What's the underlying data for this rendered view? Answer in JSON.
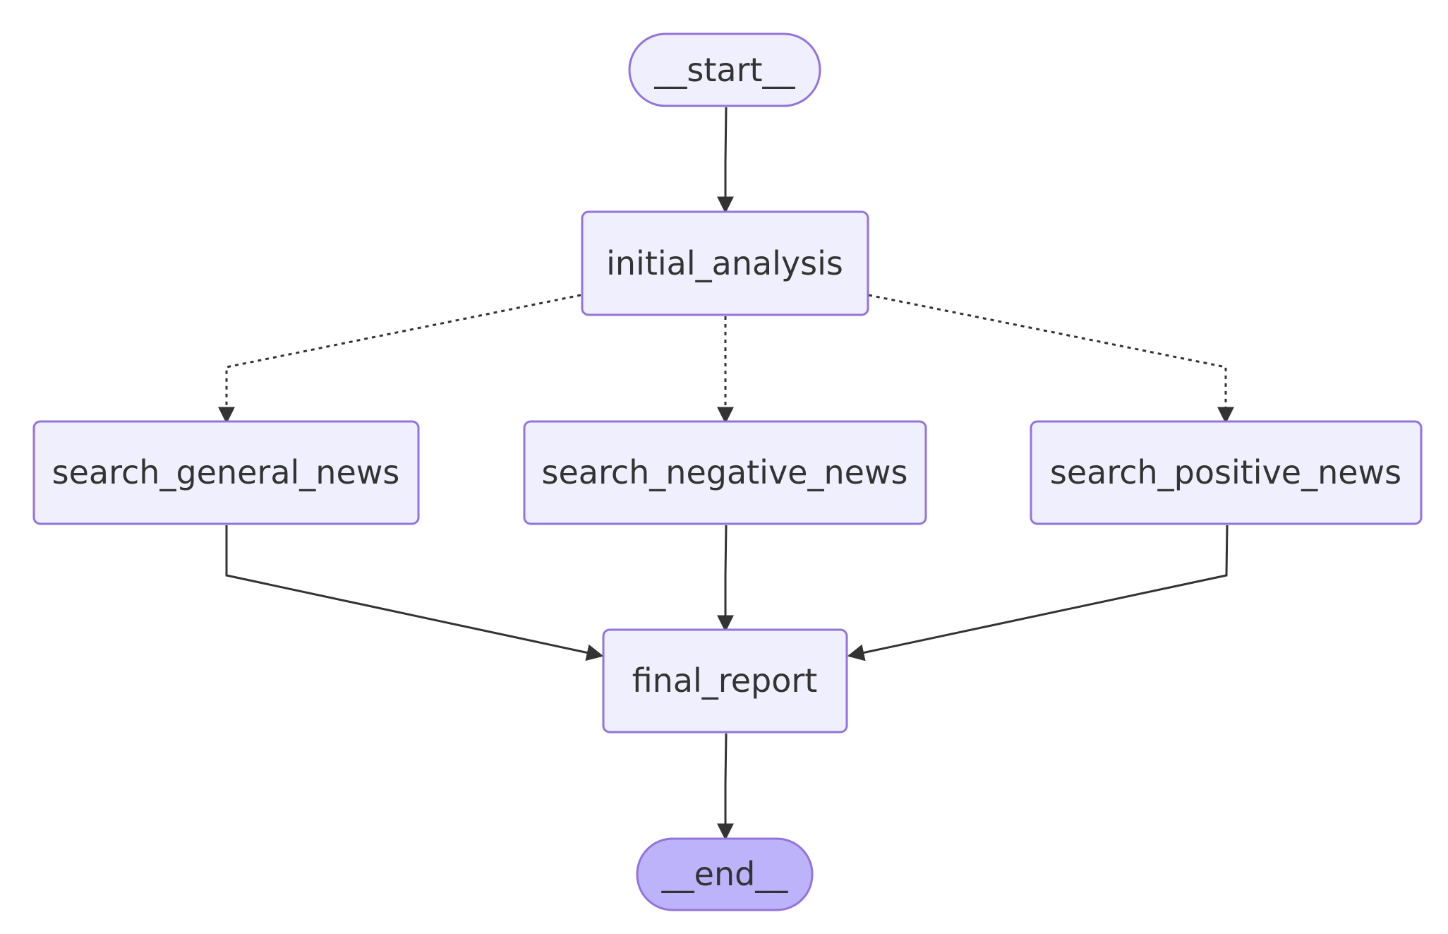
{
  "diagram": {
    "nodes": {
      "start": {
        "label": "__start__",
        "shape": "stadium"
      },
      "initial_analysis": {
        "label": "initial_analysis",
        "shape": "rect"
      },
      "search_general_news": {
        "label": "search_general_news",
        "shape": "rect"
      },
      "search_negative_news": {
        "label": "search_negative_news",
        "shape": "rect"
      },
      "search_positive_news": {
        "label": "search_positive_news",
        "shape": "rect"
      },
      "final_report": {
        "label": "final_report",
        "shape": "rect"
      },
      "end": {
        "label": "__end__",
        "shape": "stadium"
      }
    },
    "edges": [
      {
        "from": "__start__",
        "to": "initial_analysis",
        "style": "solid"
      },
      {
        "from": "initial_analysis",
        "to": "search_general_news",
        "style": "dashed"
      },
      {
        "from": "initial_analysis",
        "to": "search_negative_news",
        "style": "dashed"
      },
      {
        "from": "initial_analysis",
        "to": "search_positive_news",
        "style": "dashed"
      },
      {
        "from": "search_general_news",
        "to": "final_report",
        "style": "solid"
      },
      {
        "from": "search_negative_news",
        "to": "final_report",
        "style": "solid"
      },
      {
        "from": "search_positive_news",
        "to": "final_report",
        "style": "solid"
      },
      {
        "from": "final_report",
        "to": "__end__",
        "style": "solid"
      }
    ],
    "colors": {
      "node_fill": "#f0effd",
      "node_stroke": "#9473db",
      "end_fill": "#bdb3fa",
      "edge": "#333333",
      "text": "#333333"
    }
  }
}
